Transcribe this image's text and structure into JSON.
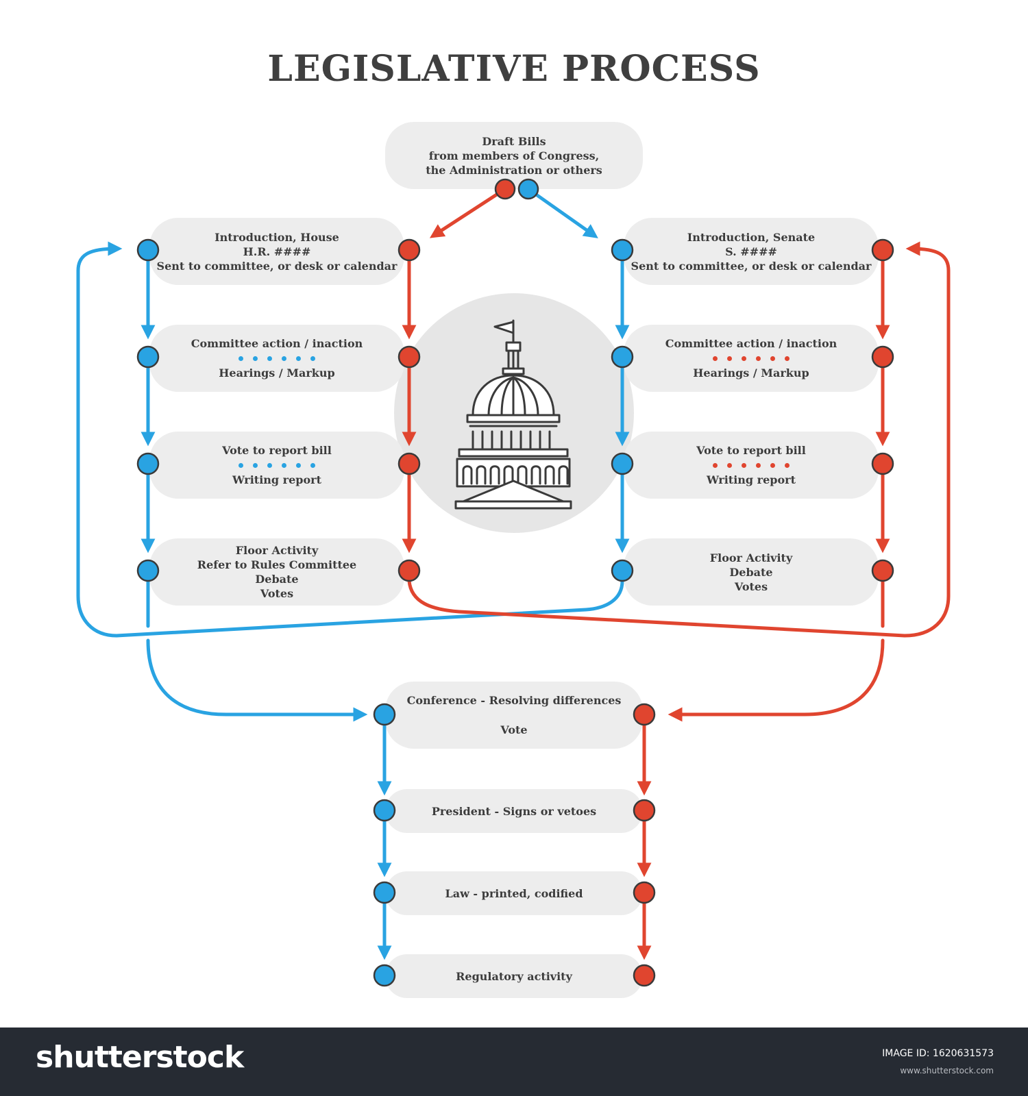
{
  "title": "LEGISLATIVE PROCESS",
  "colors": {
    "house": "#29a3e2",
    "senate": "#e0452f",
    "box": "#ededed",
    "text": "#3c3c3c"
  },
  "draft": {
    "lines": [
      "Draft Bills",
      "from members of Congress,",
      "the Administration or others"
    ]
  },
  "house": {
    "intro": [
      "Introduction, House",
      "H.R. ####",
      "Sent to committee, or desk or calendar"
    ],
    "committee": {
      "top": "Committee action / inaction",
      "bottom": "Hearings / Markup"
    },
    "report": {
      "top": "Vote to report bill",
      "bottom": "Writing report"
    },
    "floor": [
      "Floor Activity",
      "Refer to Rules Committee",
      "Debate",
      "Votes"
    ]
  },
  "senate": {
    "intro": [
      "Introduction, Senate",
      "S. ####",
      "Sent to committee, or desk or calendar"
    ],
    "committee": {
      "top": "Committee action / inaction",
      "bottom": "Hearings / Markup"
    },
    "report": {
      "top": "Vote to report bill",
      "bottom": "Writing report"
    },
    "floor": [
      "Floor Activity",
      "Debate",
      "Votes"
    ]
  },
  "conference": {
    "top": "Conference - Resolving differences",
    "bottom": "Vote"
  },
  "president": "President - Signs or vetoes",
  "law": "Law - printed, codified",
  "regulatory": "Regulatory activity",
  "center_icon": "capitol-building-icon",
  "footer": {
    "brand": "shutterstock",
    "image_id_label": "IMAGE ID: 1620631573",
    "site": "www.shutterstock.com"
  }
}
